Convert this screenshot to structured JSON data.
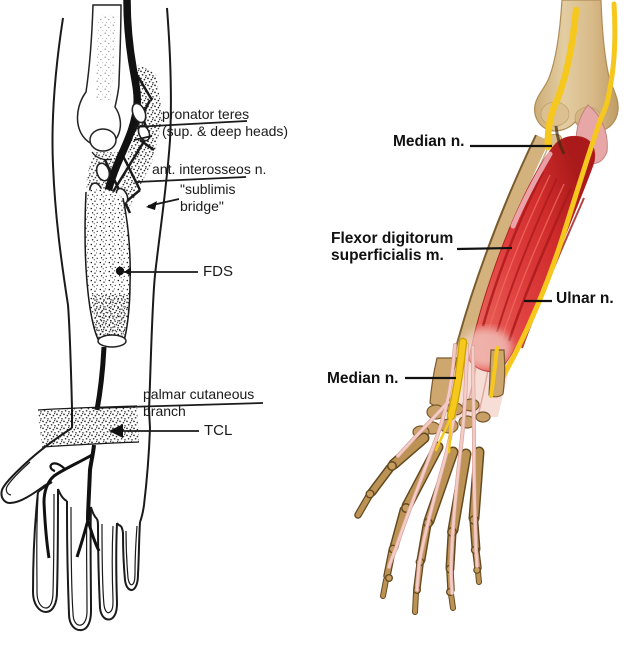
{
  "background": "#ffffff",
  "figure_left": {
    "type": "black-and-white line drawing of median nerve in forearm and hand",
    "labels": {
      "pronator_teres": "pronator teres\n(sup. & deep heads)",
      "ant_interosseos": "ant. interosseos n.",
      "sublimis_bridge": "\"sublimis\nbridge\"",
      "fds": "FDS",
      "palmar_cutaneous": "palmar cutaneous\nbranch",
      "tcl": "TCL"
    }
  },
  "figure_right": {
    "type": "color illustration of forearm muscles, nerves and hand skeleton",
    "labels": {
      "median_top": "Median n.",
      "flexor_digitorum": "Flexor digitorum\nsuperficialis m.",
      "ulnar": "Ulnar n.",
      "median_bottom": "Median n."
    },
    "colors": {
      "bone": "#d9bd8e",
      "muscle": "#dc3535",
      "nerve": "#f6c71c",
      "tendon": "#f3cdc5"
    }
  }
}
